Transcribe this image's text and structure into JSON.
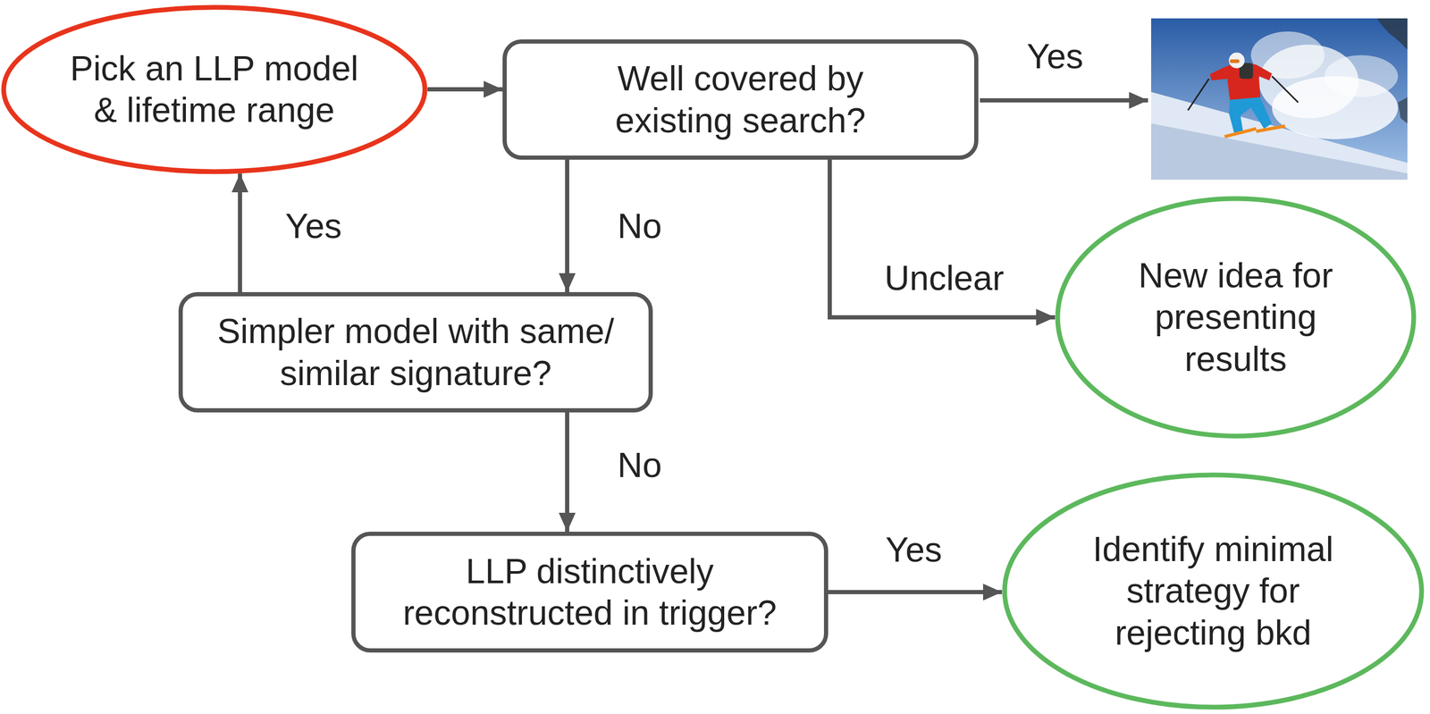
{
  "diagram": {
    "nodes": [
      {
        "text": [
          "Pick an LLP model & lifetime range"
        ]
      },
      {
        "text": [
          "Well covered by existing search?"
        ]
      },
      {
        "text": [
          "New idea for presenting results"
        ]
      },
      {
        "text": [
          "Simpler model with same/ similar signature?"
        ]
      },
      {
        "text": [
          "LLP distinctively reconstructed in trigger?"
        ]
      },
      {
        "text": [
          "Identify minimal strategy for rejecting bkd"
        ]
      }
    ],
    "edges": [
      {
        "from": 0,
        "to": 1,
        "arrow": "to"
      },
      {
        "from": 1,
        "to": 3,
        "label": "No",
        "arrow": "to"
      },
      {
        "from": 1,
        "to": 2,
        "label": "Unclear",
        "arrow": "to"
      },
      {
        "from": 3,
        "to": 0,
        "label": "Yes",
        "arrow": "to"
      },
      {
        "from": 3,
        "to": 4,
        "label": "No",
        "arrow": "to"
      },
      {
        "from": 4,
        "to": 5,
        "label": "Yes",
        "arrow": "to"
      }
    ],
    "labels": [
      "Yes"
    ]
  }
}
